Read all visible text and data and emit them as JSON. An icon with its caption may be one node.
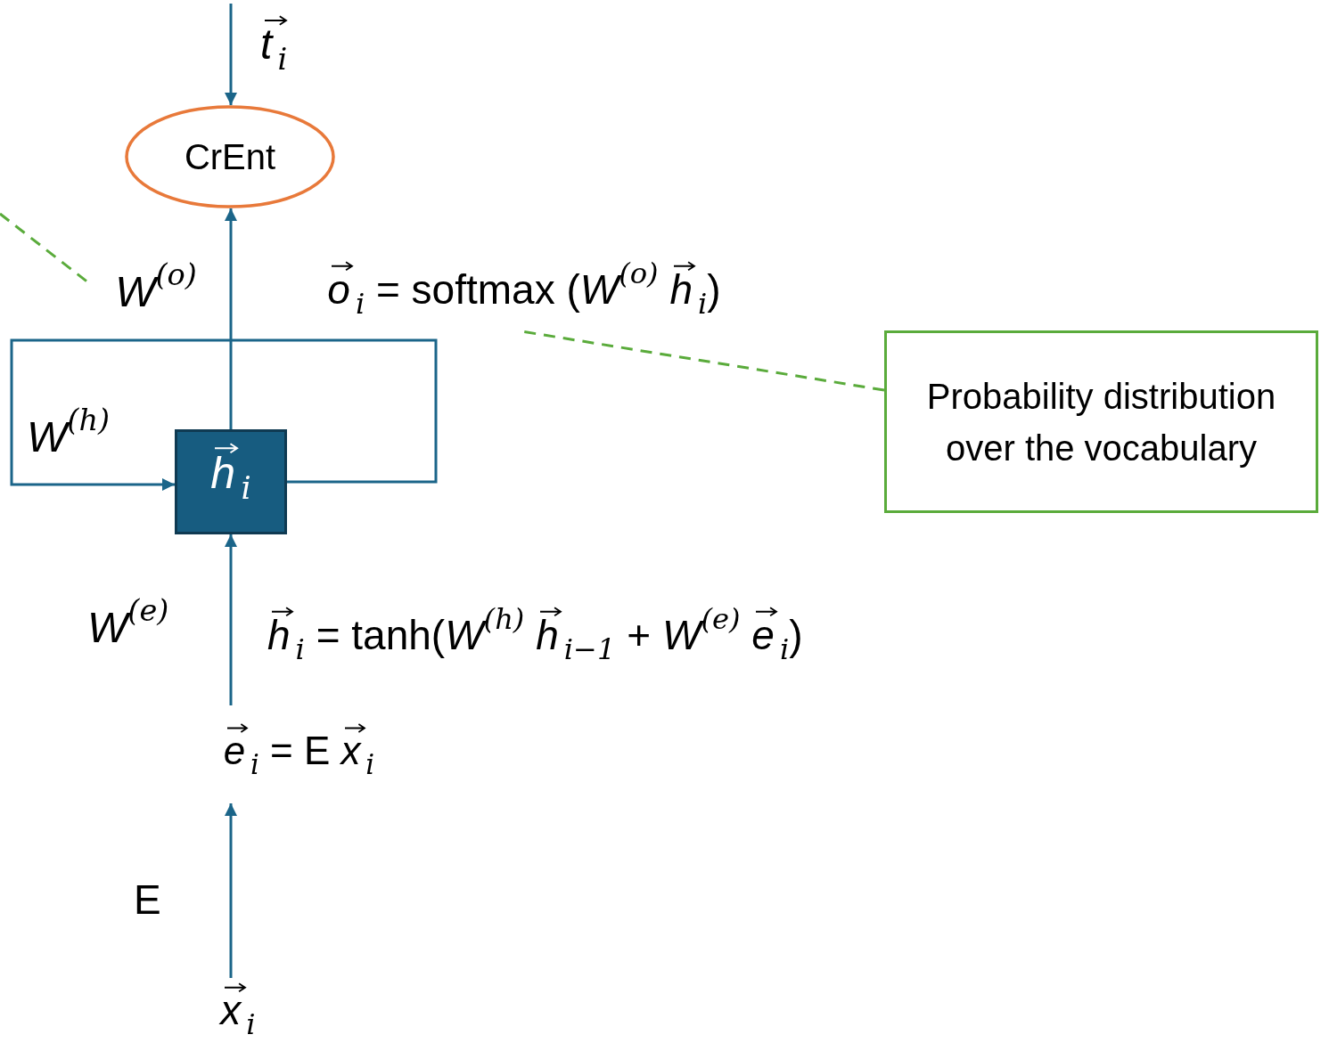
{
  "diagram": {
    "nodes": [
      {
        "text": [
          "CrEnt"
        ]
      },
      {
        "text": [
          "*o⃗*$_{i}$ = softmax (*W*$^{(o)}$ *h⃗*$_{i}$)"
        ]
      },
      {
        "text": [
          "*h⃗*$_{i}$"
        ]
      },
      {
        "text": [
          "*e⃗*$_{i}$ = E *x⃗*$_{i}$"
        ]
      },
      {
        "text": [
          "*x⃗*$_{i}$"
        ]
      },
      {
        "text": [
          "Probability distribution over the vocabulary"
        ]
      },
      {
        "text": [
          "*W*$^{(o)}$"
        ]
      }
    ],
    "edges": [
      {
        "from": null,
        "to": 0,
        "arrow": "to"
      },
      {
        "from": 2,
        "to": 0,
        "arrow": "to"
      },
      {
        "from": 2,
        "to": 2,
        "arrow": "to"
      },
      {
        "from": 3,
        "to": 2,
        "arrow": "to"
      },
      {
        "from": 4,
        "to": 3,
        "arrow": "to"
      },
      {
        "from": 5,
        "to": 1,
        "arrow": "none",
        "style": "dashed",
        "color": "#5aab3b"
      },
      {
        "from": null,
        "to": 6,
        "arrow": "none",
        "style": "dashed",
        "color": "#5aab3b"
      }
    ],
    "labels": [
      "*t⃗*$_{i}$",
      "*W*$^{(h)}$",
      "*W*$^{(e)}$",
      "*h⃗*$_{i}$ = tanh(*W*$^{(h)}$ *h⃗*$_{i−1}$ + *W*$^{(e)}$ *e⃗*$_{i}$)",
      "E"
    ]
  }
}
